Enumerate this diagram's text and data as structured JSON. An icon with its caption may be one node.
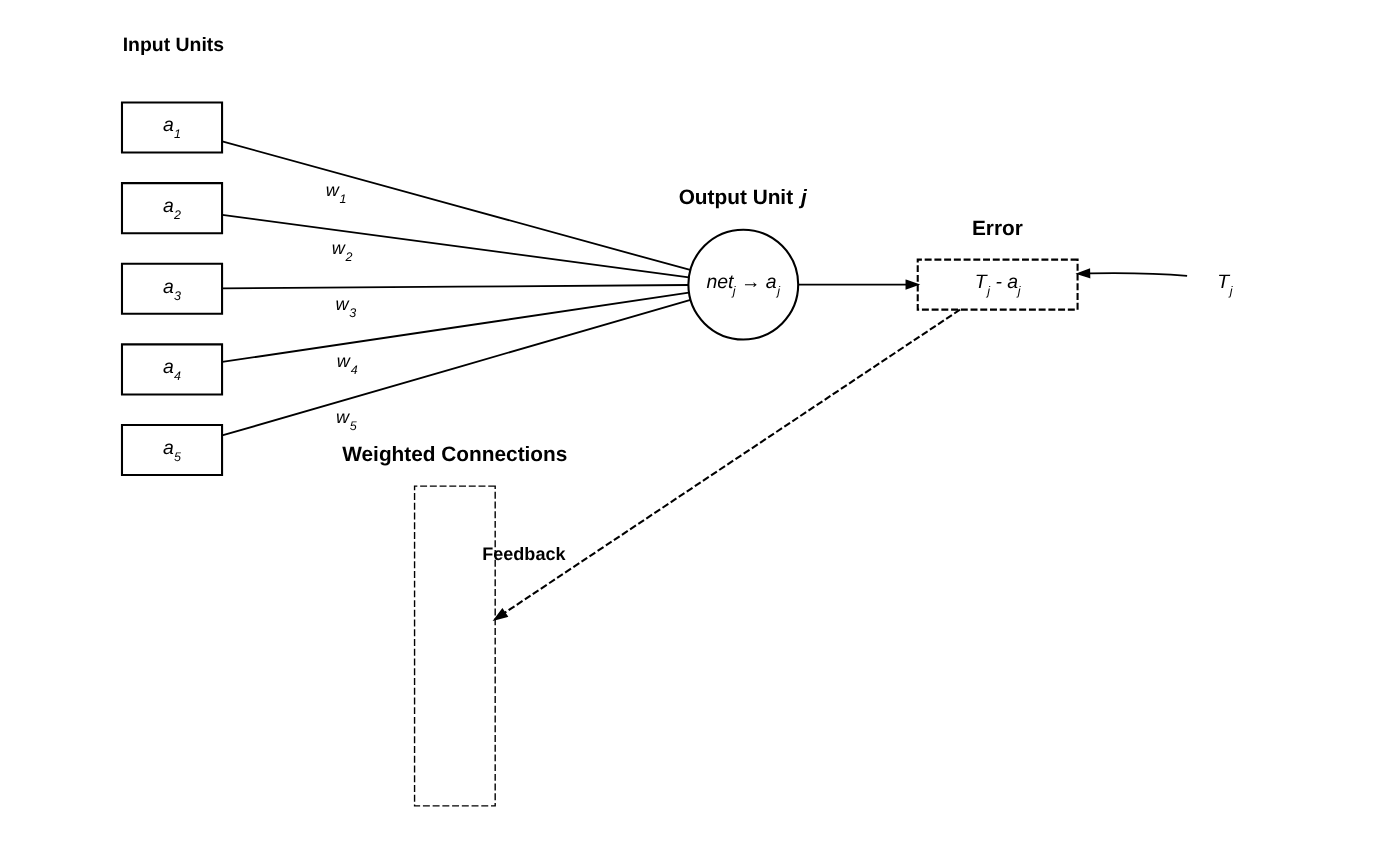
{
  "diagram": {
    "nodes": [
      {
        "text": [
          "a$_{1}$"
        ]
      },
      {
        "text": [
          "a$_{2}$"
        ]
      },
      {
        "text": [
          "a$_{3}$"
        ]
      },
      {
        "text": [
          "a$_{4}$"
        ]
      },
      {
        "text": [
          "a$_{5}$"
        ]
      },
      {
        "text": [
          "Weighted Connections"
        ]
      },
      {
        "text": [
          "Output Unit *j*",
          "net$_{j}$ → a$_{j}$"
        ]
      },
      {
        "text": [
          "Error",
          "T$_{j}$ - a$_{j}$"
        ]
      },
      {
        "text": [
          "T$_{j}$"
        ]
      }
    ],
    "edges": [
      {
        "from": 0,
        "to": 6,
        "arrow": "none",
        "label": "w$_{1}$"
      },
      {
        "from": 1,
        "to": 6,
        "arrow": "none",
        "label": "w$_{2}$"
      },
      {
        "from": 2,
        "to": 6,
        "arrow": "none",
        "label": "w$_{3}$"
      },
      {
        "from": 3,
        "to": 6,
        "arrow": "none",
        "label": "w$_{4}$"
      },
      {
        "from": 4,
        "to": 6,
        "arrow": "none",
        "label": "w$_{5}$"
      },
      {
        "from": 6,
        "to": 7,
        "arrow": "to"
      },
      {
        "from": 8,
        "to": 7,
        "arrow": "to"
      },
      {
        "from": 7,
        "to": 5,
        "arrow": "to",
        "style": "dashed",
        "label": "Feedback"
      }
    ],
    "labels": [
      "Input Units"
    ]
  }
}
